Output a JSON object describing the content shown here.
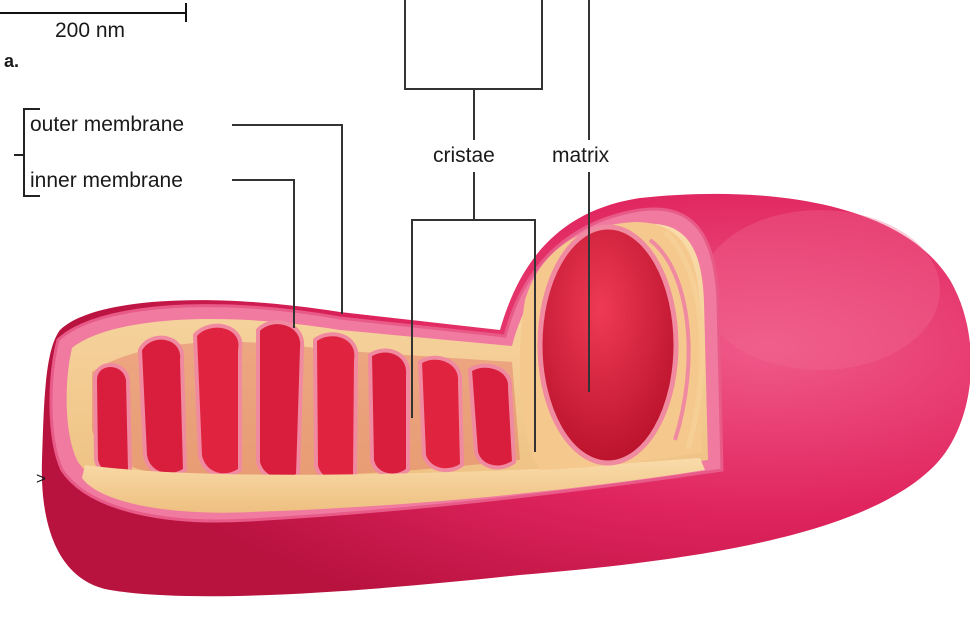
{
  "scale_bar": {
    "label": "200 nm"
  },
  "panel_letter": "a.",
  "edge_mark": ">",
  "labels": {
    "outer_membrane": "outer membrane",
    "inner_membrane": "inner membrane",
    "cristae": "cristae",
    "matrix": "matrix"
  },
  "colors": {
    "outer_membrane": "#e0245e",
    "inner_membrane": "#f08aa0",
    "intermembrane_space": "#f6cf96",
    "matrix": "#d81e3c",
    "leader_line": "#333333"
  }
}
